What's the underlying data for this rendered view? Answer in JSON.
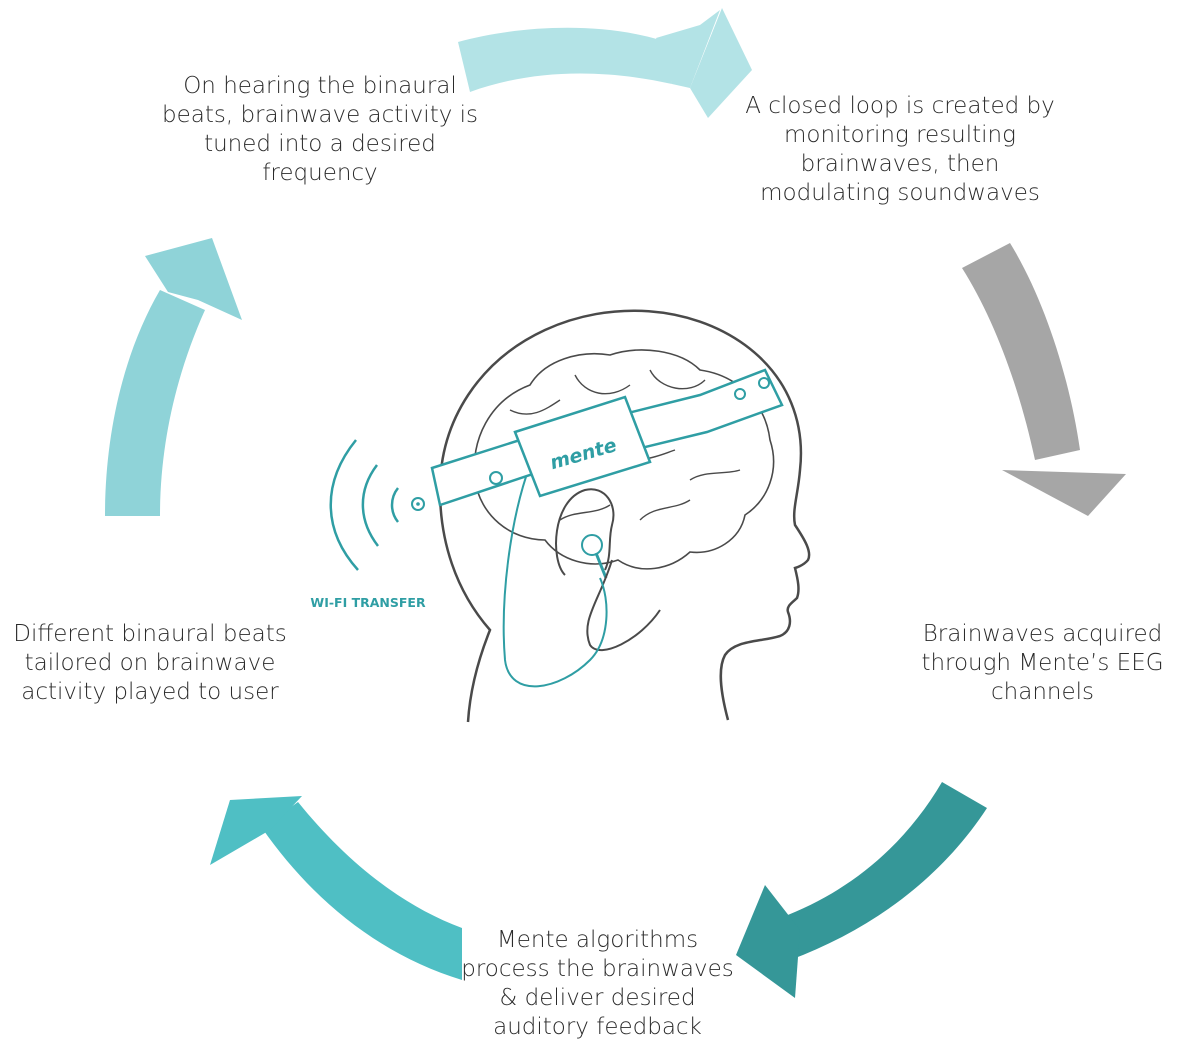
{
  "steps": [
    {
      "id": "step-1",
      "text": "On hearing the binaural beats, brainwave activity is tuned into a desired frequency"
    },
    {
      "id": "step-2",
      "text": "A closed loop is created by monitoring resulting brainwaves, then modulating soundwaves"
    },
    {
      "id": "step-3",
      "text": "Brainwaves acquired through Mente’s EEG channels"
    },
    {
      "id": "step-4",
      "text": "Mente algorithms process the brainwaves & deliver desired auditory feedback"
    },
    {
      "id": "step-5",
      "text": "Different binaural beats tailored on brainwave activity played to user"
    }
  ],
  "illustration": {
    "brand_label": "mente",
    "wifi_label": "WI-FI TRANSFER"
  },
  "colors": {
    "arrow_top": "#b3e3e6",
    "arrow_right": "#a6a6a6",
    "arrow_bottom_right": "#359798",
    "arrow_bottom_left": "#4fbfc4",
    "arrow_left": "#8fd3d8",
    "line_art": "#4a4a4a",
    "accent": "#2f9ea4"
  }
}
